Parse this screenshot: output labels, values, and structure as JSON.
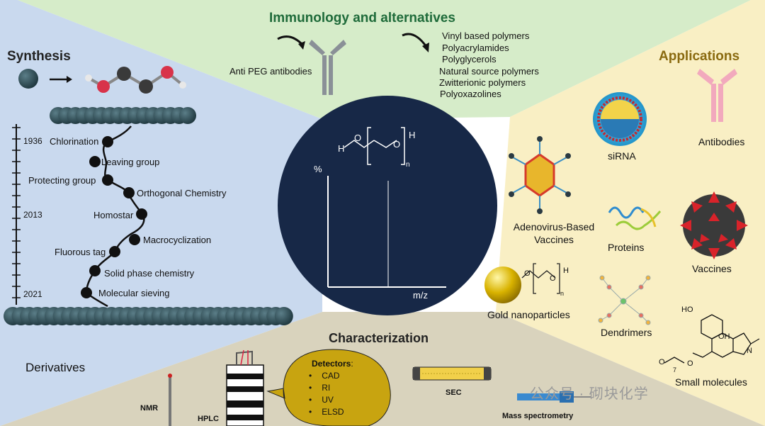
{
  "headings": {
    "immunology": "Immunology and alternatives",
    "synthesis": "Synthesis",
    "applications": "Applications",
    "characterization": "Characterization",
    "derivatives": "Derivatives"
  },
  "immunology": {
    "antibody_label": "Anti PEG antibodies",
    "polymers": [
      "Vinyl based polymers",
      "Polyacrylamides",
      "Polyglycerols",
      "Natural source polymers",
      "Zwitterionic polymers",
      "Polyoxazolines"
    ]
  },
  "timeline": {
    "years": [
      "1936",
      "2013",
      "2021"
    ],
    "events": [
      "Chlorination",
      "Leaving group",
      "Protecting group",
      "Orthogonal Chemistry",
      "Homostar",
      "Macrocyclization",
      "Fluorous tag",
      "Solid phase chemistry",
      "Molecular sieving"
    ]
  },
  "center_plot": {
    "ylabel": "%",
    "xlabel": "m/z",
    "formula": {
      "h_left": "H",
      "o_left": "O",
      "o_right": "O",
      "h_right": "H",
      "subscript": "n"
    }
  },
  "applications": {
    "items": [
      "siRNA",
      "Antibodies",
      "Adenovirus-Based Vaccines",
      "Proteins",
      "Vaccines",
      "Gold nanoparticles",
      "Dendrimers",
      "Small molecules"
    ],
    "gold_formula": {
      "o_left": "O",
      "o_right": "O",
      "h_right": "H",
      "subscript": "n"
    },
    "morphine_labels": {
      "ho": "HO",
      "oh": "OH",
      "n": "N",
      "o1": "O",
      "o2": "O",
      "sub7": "7"
    }
  },
  "characterization": {
    "nmr": "NMR",
    "hplc": "HPLC",
    "sec": "SEC",
    "mass_spec": "Mass spectrometry",
    "detectors_title": "Detectors",
    "detectors_colon": ":",
    "detectors": [
      "CAD",
      "RI",
      "UV",
      "ELSD"
    ],
    "bullet": "•"
  },
  "watermark": "公众号 · 砌块化学",
  "colors": {
    "synthesis_bg": "#c9d9ee",
    "immunology_bg": "#d6ecc9",
    "applications_bg": "#f9efc4",
    "characterization_bg": "#d9d3bd",
    "center_circle": "#172847",
    "bead": "#2c4a54",
    "detector_bubble": "#c8a410"
  }
}
